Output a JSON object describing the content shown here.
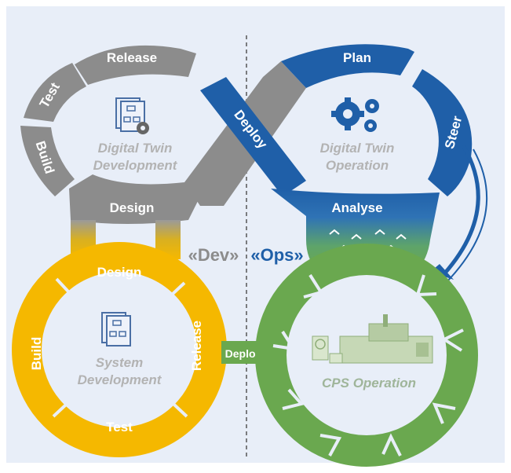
{
  "colors": {
    "background": "#e8eef8",
    "gray": "#8c8c8c",
    "blue": "#1f5fa8",
    "yellow": "#f5b800",
    "green": "#6aa84f",
    "dev_text": "#8c8c8c",
    "ops_text": "#1f5fa8"
  },
  "digital_twin_dev": {
    "title_line1": "Digital Twin",
    "title_line2": "Development",
    "segments": {
      "release": "Release",
      "test": "Test",
      "build": "Build",
      "design": "Design"
    },
    "icon": "flowchart-gear-icon"
  },
  "digital_twin_ops": {
    "title_line1": "Digital Twin",
    "title_line2": "Operation",
    "segments": {
      "plan": "Plan",
      "steer": "Steer",
      "analyse": "Analyse"
    },
    "icon": "gears-icon"
  },
  "deploy_center": "Deploy",
  "divider_labels": {
    "dev": "«Dev»",
    "ops": "«Ops»"
  },
  "system_dev": {
    "title_line1": "System",
    "title_line2": "Development",
    "segments": {
      "design": "Design",
      "build": "Build",
      "release": "Release",
      "test": "Test"
    },
    "icon": "flowchart-icon"
  },
  "deploy_bottom": "Deploy",
  "cps_ops": {
    "title": "CPS Operation",
    "icon": "machine-icon"
  }
}
